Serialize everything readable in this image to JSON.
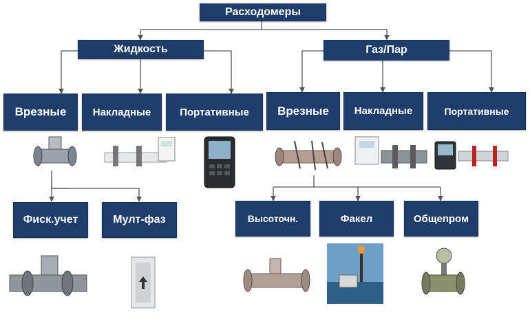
{
  "diagram": {
    "root": "Расходомеры",
    "liquid": {
      "label": "Жидкость",
      "insertion": "Врезные",
      "clamp_on": "Накладные",
      "portable": "Портативные",
      "fiscal": "Фиск.учет",
      "multiphase": "Мулт-фаз"
    },
    "gas": {
      "label": "Газ/Пар",
      "insertion": "Врезные",
      "clamp_on": "Накладные",
      "portable": "Портативные",
      "high_precision": "Высоточн.",
      "flare": "Факел",
      "general": "Общепром"
    },
    "colors": {
      "box": "#1f3d6b",
      "text": "#ffffff",
      "connector": "#555555"
    },
    "icons": [
      "flowmeter-spool-icon",
      "clamp-on-sensor-icon",
      "portable-meter-icon",
      "gas-spool-meter-icon",
      "gas-clamp-on-icon",
      "portable-pipe-kit-icon",
      "fiscal-meter-icon",
      "multiphase-meter-icon",
      "high-precision-meter-icon",
      "flare-stack-icon",
      "vortex-meter-icon"
    ]
  }
}
